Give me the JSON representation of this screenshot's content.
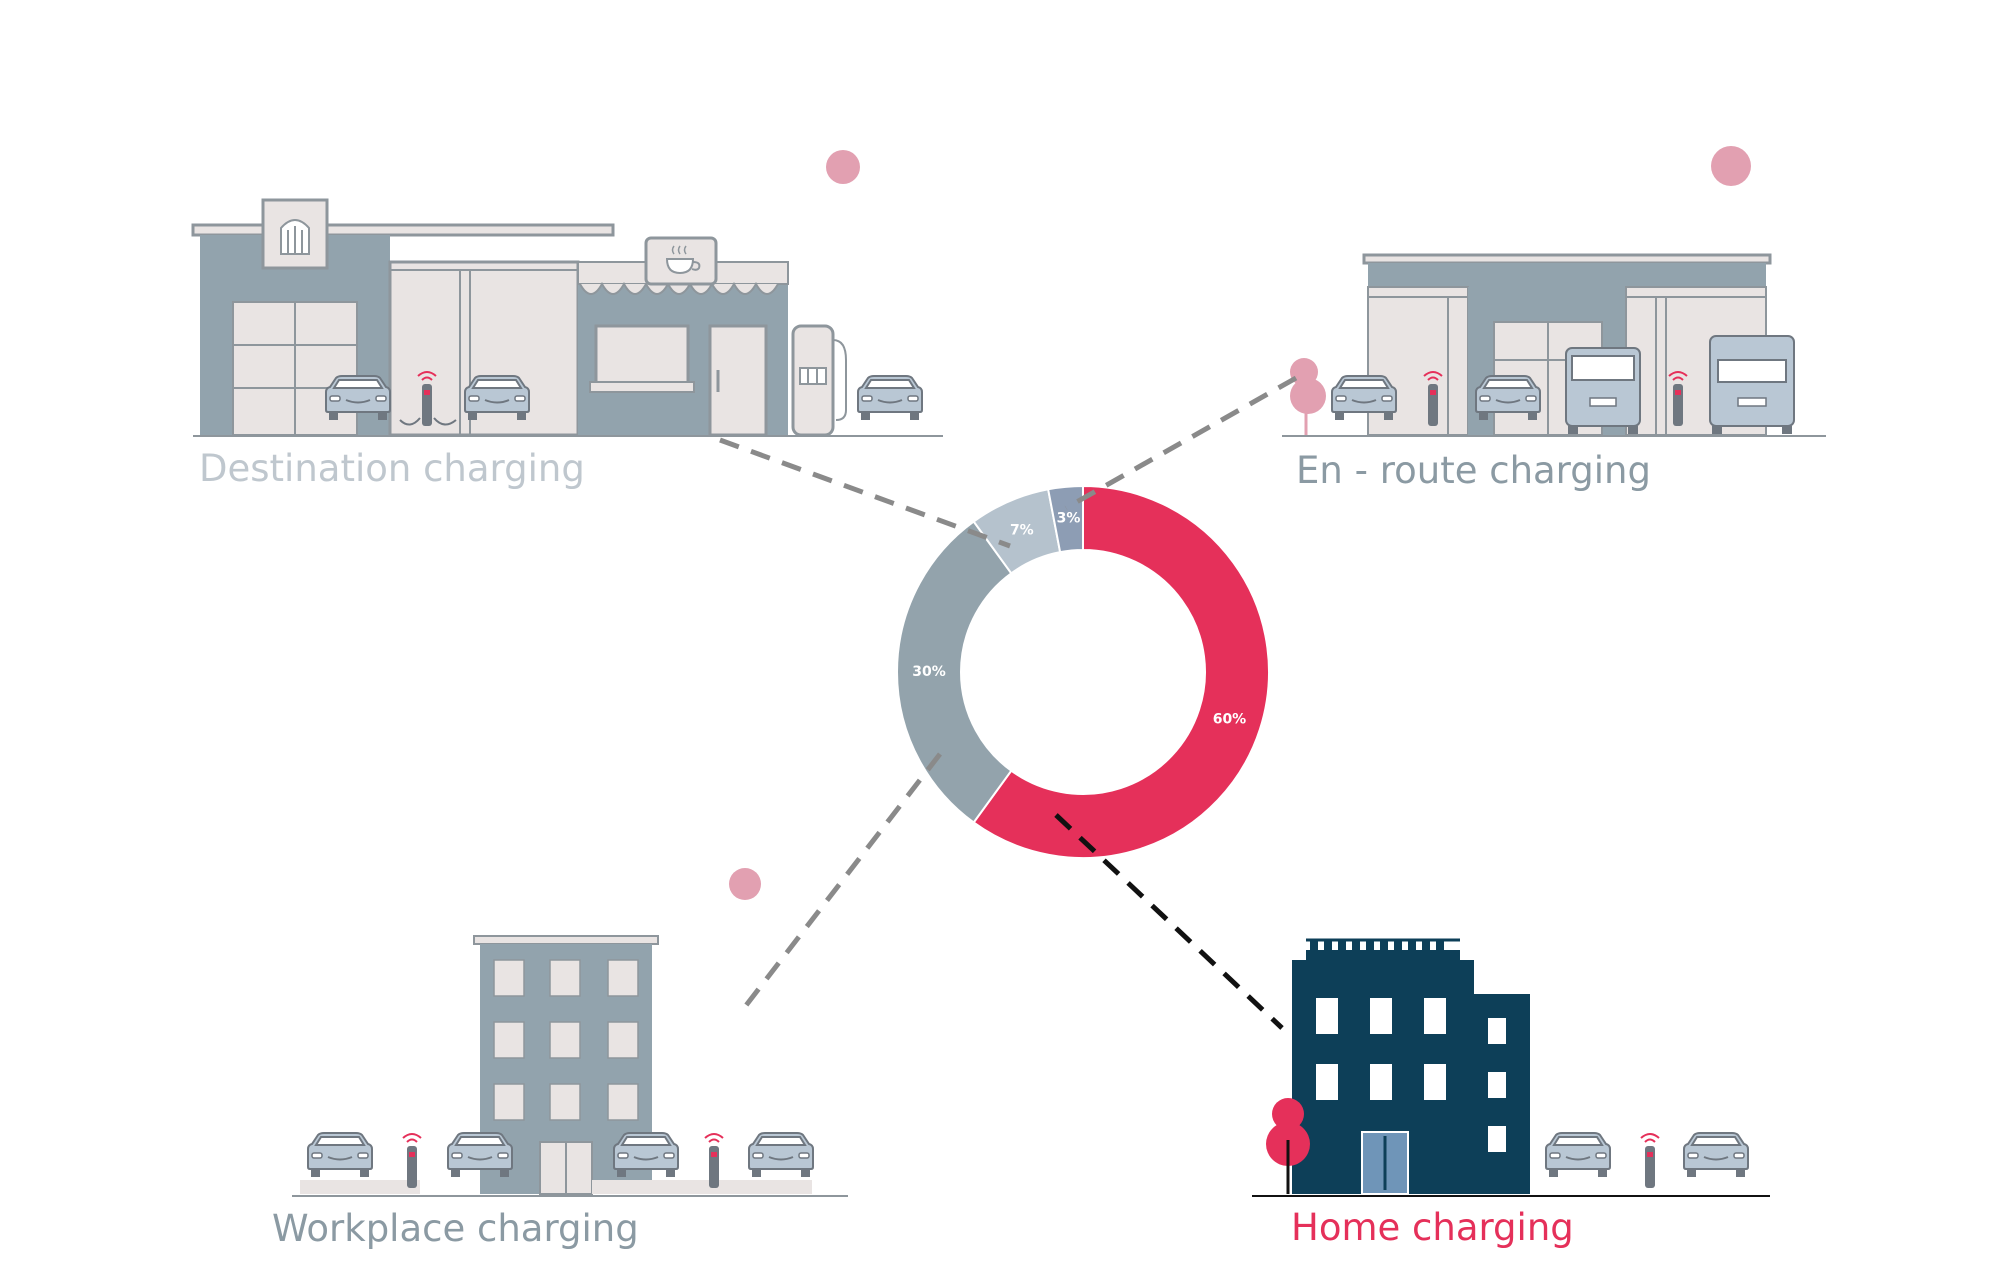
{
  "chart_data": {
    "type": "pie",
    "donut": true,
    "legend": "none",
    "slices": [
      {
        "label": "Home charging",
        "value": 60,
        "value_label": "60%",
        "color": "#e5305a"
      },
      {
        "label": "Workplace charging",
        "value": 30,
        "value_label": "30%",
        "color": "#93a3ac"
      },
      {
        "label": "Destination charging",
        "value": 7,
        "value_label": "7%",
        "color": "#b5c2cd"
      },
      {
        "label": "En - route charging",
        "value": 3,
        "value_label": "3%",
        "color": "#8d9db4"
      }
    ]
  },
  "labels": {
    "destination": "Destination charging",
    "enroute": "En - route charging",
    "workplace": "Workplace charging",
    "home": "Home charging"
  },
  "colors": {
    "accent": "#e5305a",
    "building_gray": "#92a3ad",
    "building_light": "#e9e4e3",
    "home_building": "#0d3f58",
    "dot_pink": "#e2a0b1",
    "car_blue": "#b9c7d4"
  },
  "icons": {
    "destination_building": "shop-strip-icon",
    "enroute_building": "service-station-icon",
    "workplace_building": "office-tower-icon",
    "home_building": "apartment-block-icon",
    "charger": "ev-charger-icon",
    "car": "car-icon",
    "cup": "coffee-cup-icon"
  }
}
